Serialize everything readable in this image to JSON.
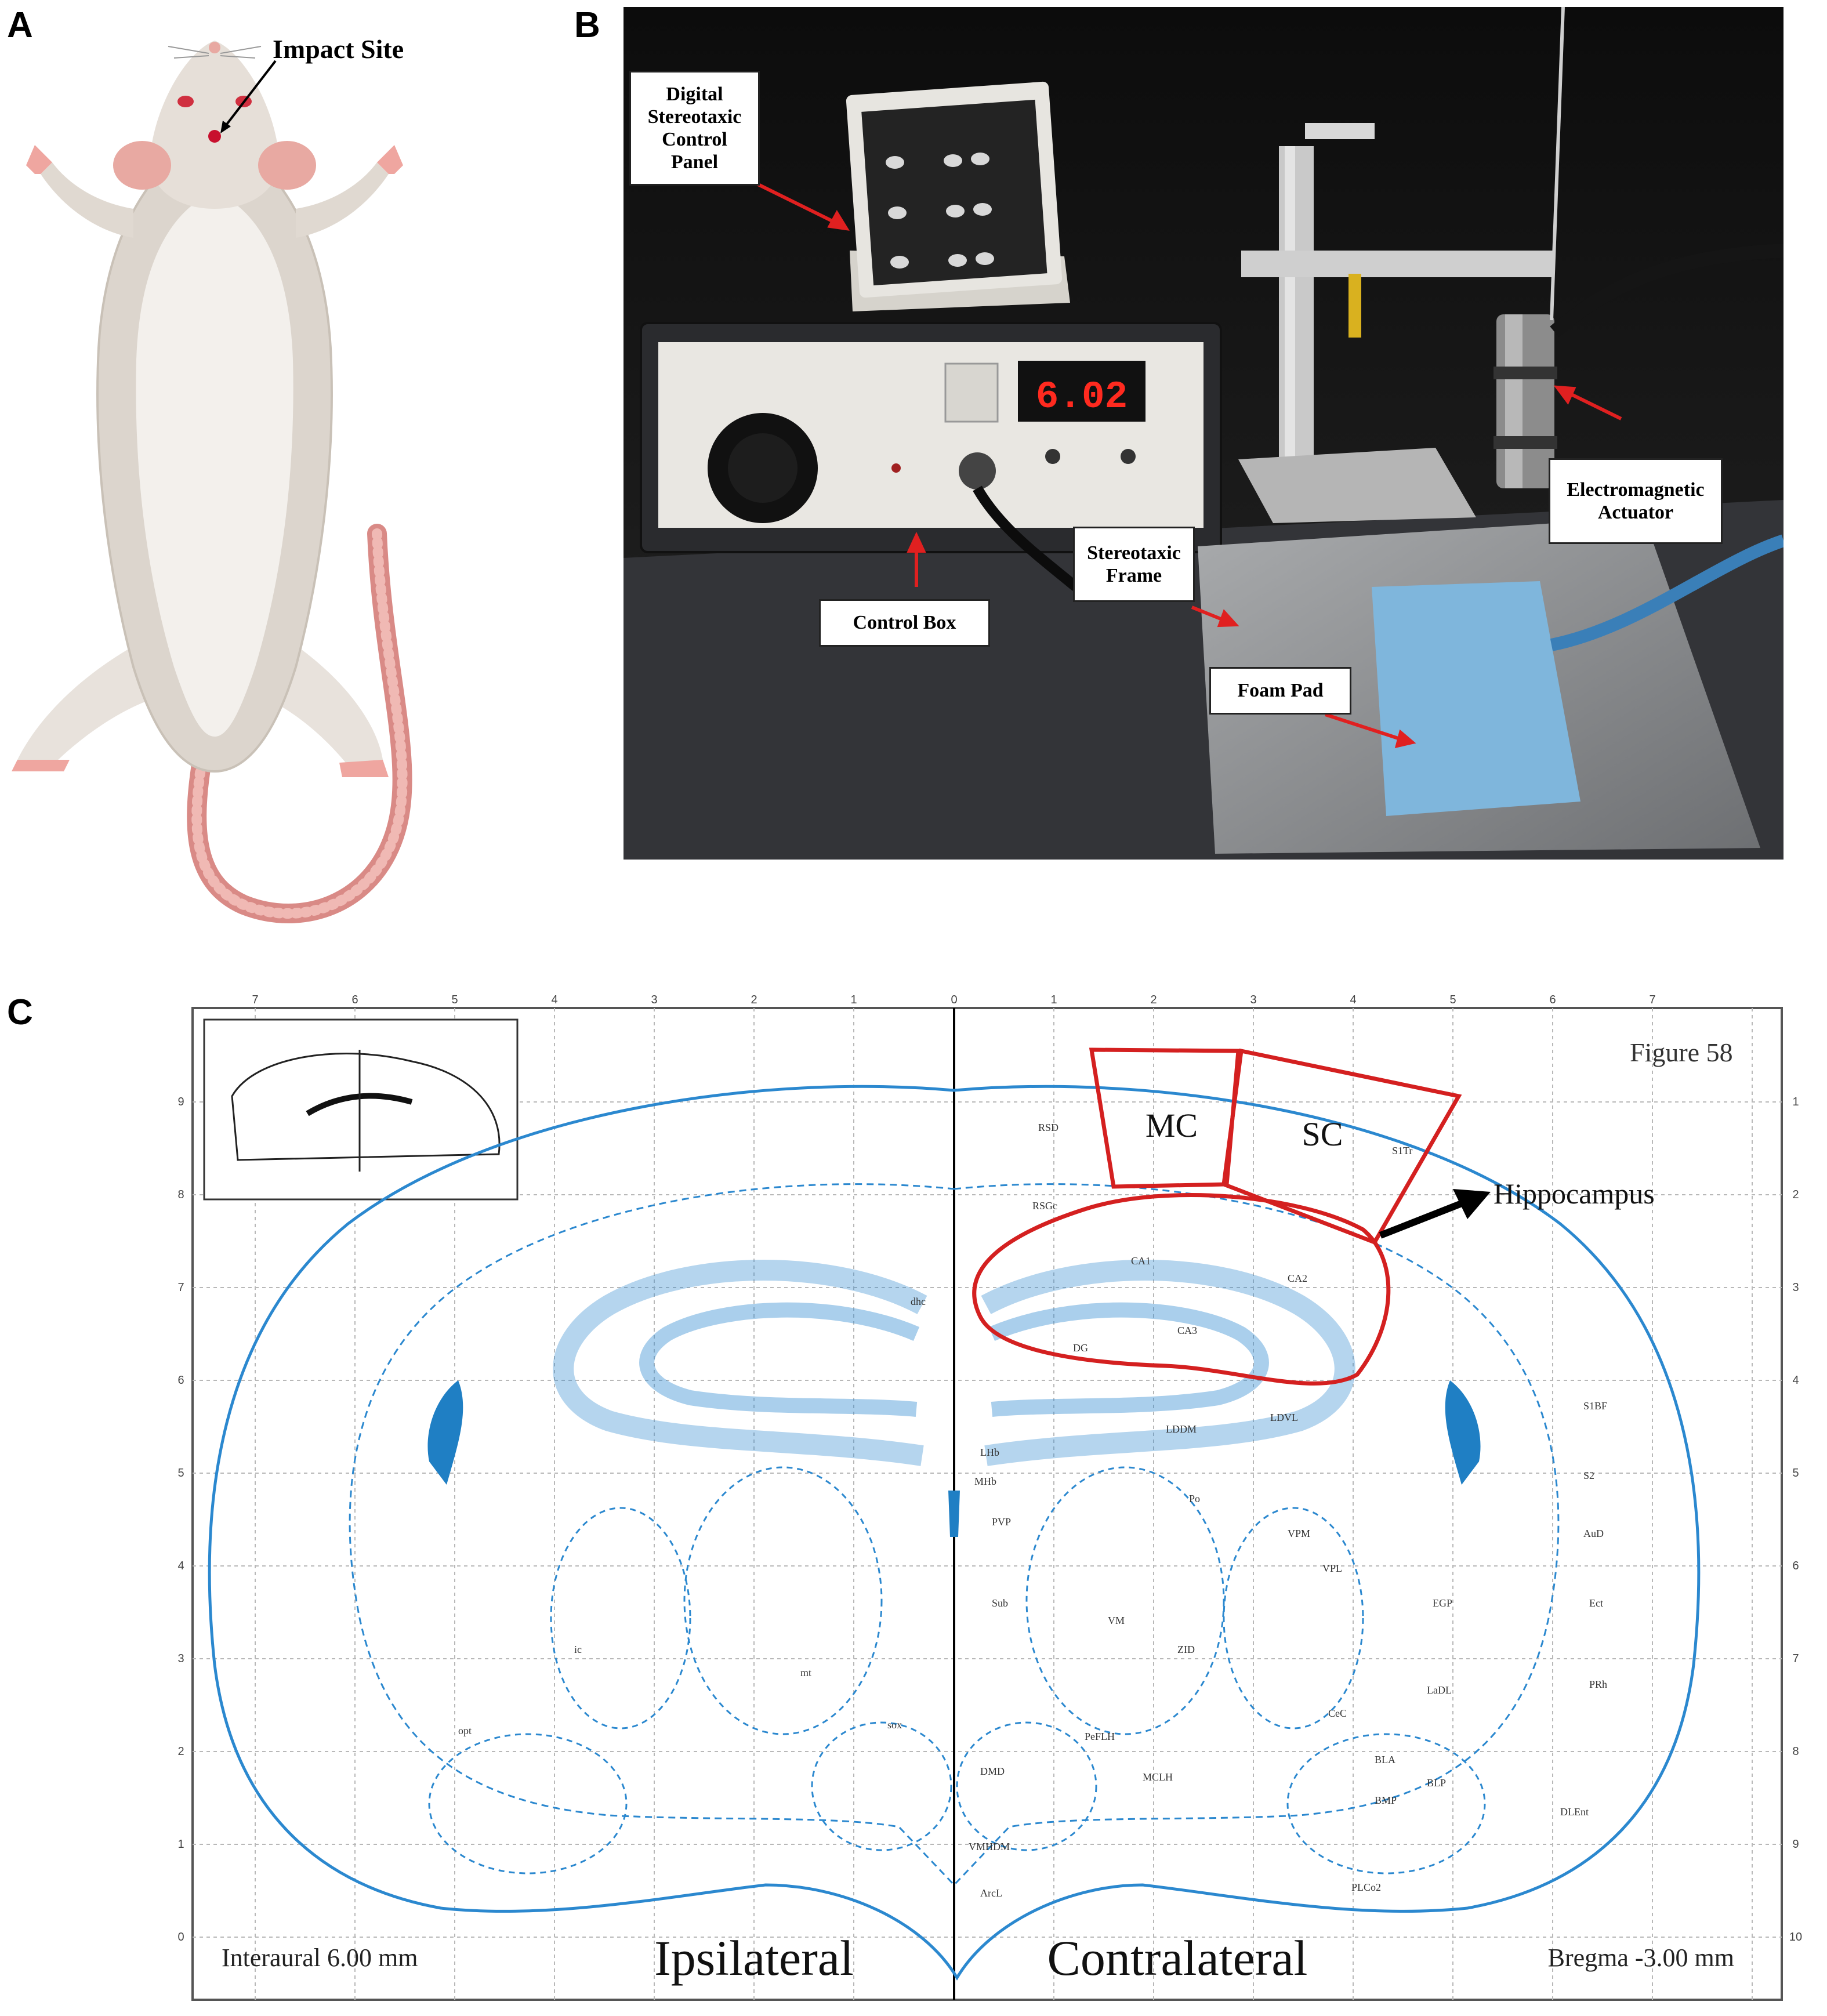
{
  "panels": {
    "a": "A",
    "b": "B",
    "c": "C"
  },
  "panel_a": {
    "impact_label": "Impact Site"
  },
  "panel_b": {
    "callouts": {
      "control_panel": "Digital Stereotaxic Control Panel",
      "control_box": "Control Box",
      "actuator": "Electromagnetic Actuator",
      "frame": "Stereotaxic Frame",
      "foam_pad": "Foam Pad"
    },
    "display_value": "6.02"
  },
  "panel_c": {
    "figure_label": "Figure 58",
    "regions": {
      "mc": "MC",
      "sc": "SC",
      "hippocampus": "Hippocampus"
    },
    "ipsilateral": "Ipsilateral",
    "contralateral": "Contralateral",
    "interaural": "Interaural 6.00 mm",
    "bregma": "Bregma -3.00 mm",
    "top_ticks": [
      "7",
      "6",
      "5",
      "4",
      "3",
      "2",
      "1",
      "0",
      "1",
      "2",
      "3",
      "4",
      "5",
      "6",
      "7"
    ],
    "left_ticks": [
      "9",
      "8",
      "7",
      "6",
      "5",
      "4",
      "3",
      "2",
      "1",
      "0"
    ],
    "right_ticks": [
      "1",
      "2",
      "3",
      "4",
      "5",
      "6",
      "7",
      "8",
      "9",
      "10"
    ],
    "structure_labels": [
      "RSGc",
      "CA1",
      "CA2",
      "CA3",
      "DG",
      "LDVL",
      "LDDM",
      "VPM",
      "VPL",
      "Po",
      "VM",
      "ZID",
      "Sub",
      "LHb",
      "MHb",
      "PVP",
      "DMD",
      "PeFLH",
      "ArcL",
      "VMHDM",
      "MCLH",
      "BLA",
      "BMP",
      "BLP",
      "LaDL",
      "CeC",
      "PLCo2",
      "EGP",
      "S2",
      "AuD",
      "Ect",
      "PRh",
      "DLEnt",
      "S1BF",
      "S1Tr",
      "RSD",
      "dhc",
      "ic",
      "opt",
      "sox",
      "mt"
    ],
    "colors": {
      "atlas": "#2b88cf",
      "ventricle": "#1f7fc4",
      "highlight": "#d42020"
    }
  }
}
